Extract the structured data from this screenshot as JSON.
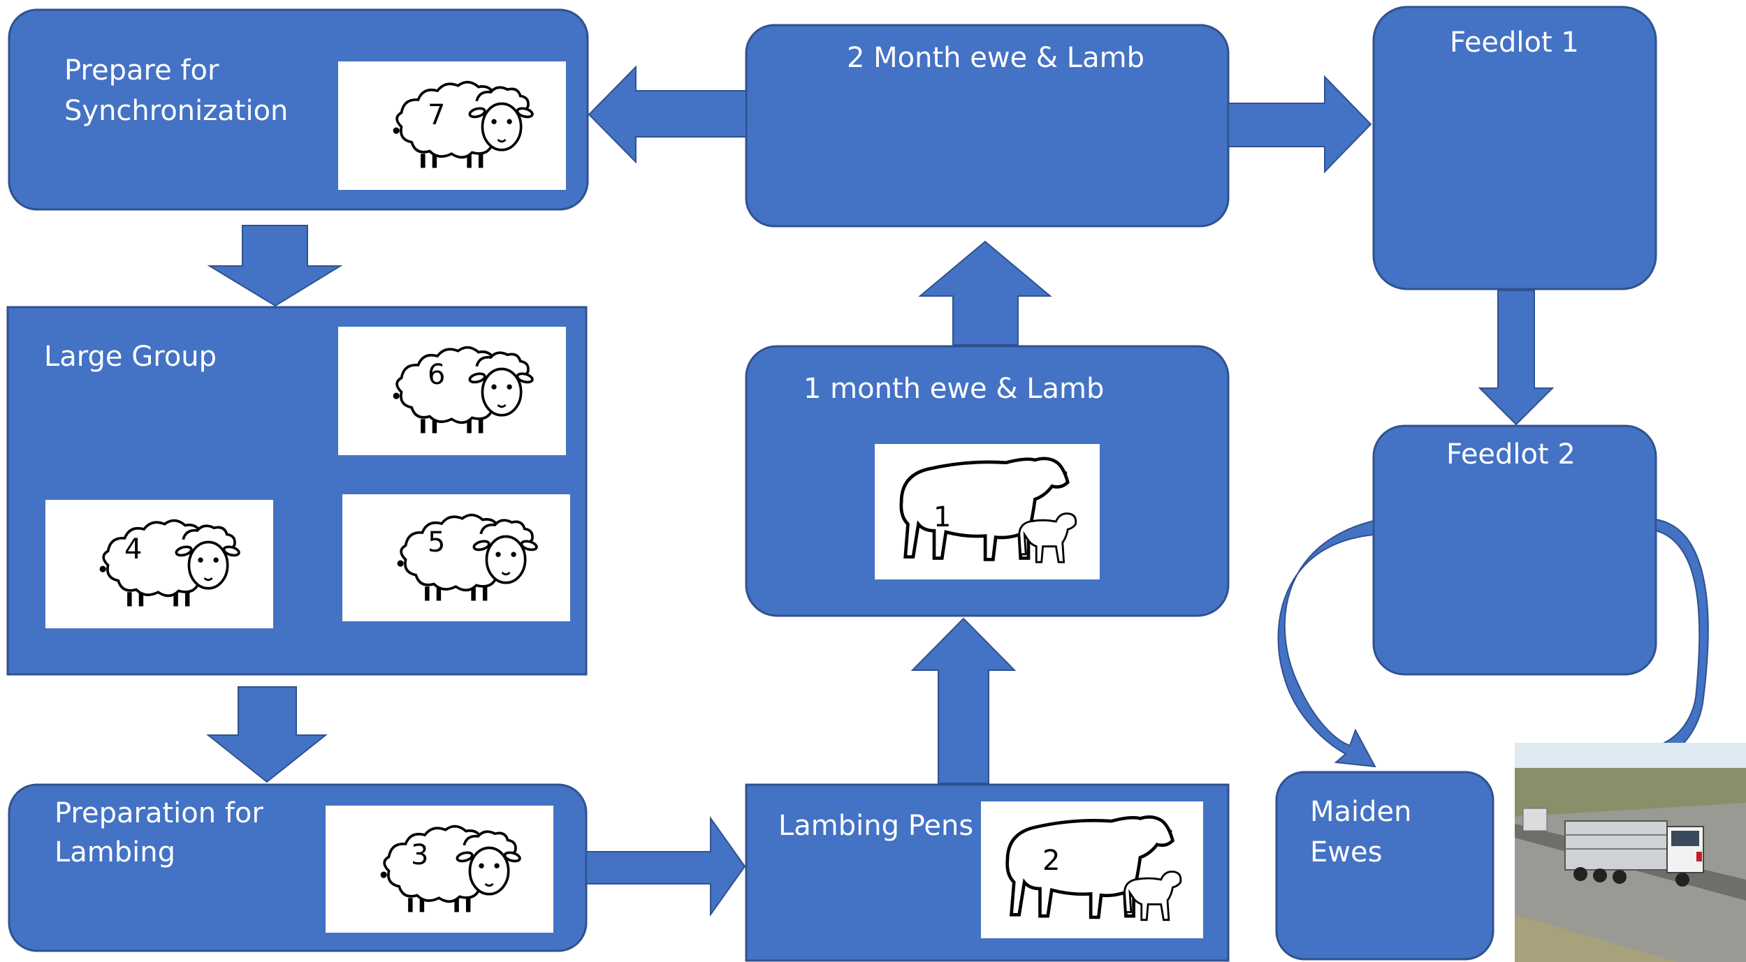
{
  "boxes": {
    "prepare_sync": [
      "Prepare for",
      "Synchronization"
    ],
    "two_month": "2 Month ewe & Lamb",
    "feedlot1": "Feedlot  1",
    "large_group": "Large Group",
    "one_month": "1 month ewe & Lamb",
    "feedlot2": "Feedlot 2",
    "prep_lambing": [
      "Preparation for",
      "Lambing"
    ],
    "lambing_pens": "Lambing Pens",
    "maiden_ewes": [
      "Maiden",
      "Ewes"
    ]
  },
  "pictures": {
    "sheep_7": "7",
    "sheep_6": "6",
    "sheep_4": "4",
    "sheep_5": "5",
    "sheep_3": "3",
    "ewe_lamb_1": "1",
    "ewe_lamb_2": "2"
  },
  "colors": {
    "box_fill": "#4472C4",
    "box_stroke": "#2F528F",
    "arrow_fill": "#4472C4",
    "label_text": "#FFFFFF"
  }
}
